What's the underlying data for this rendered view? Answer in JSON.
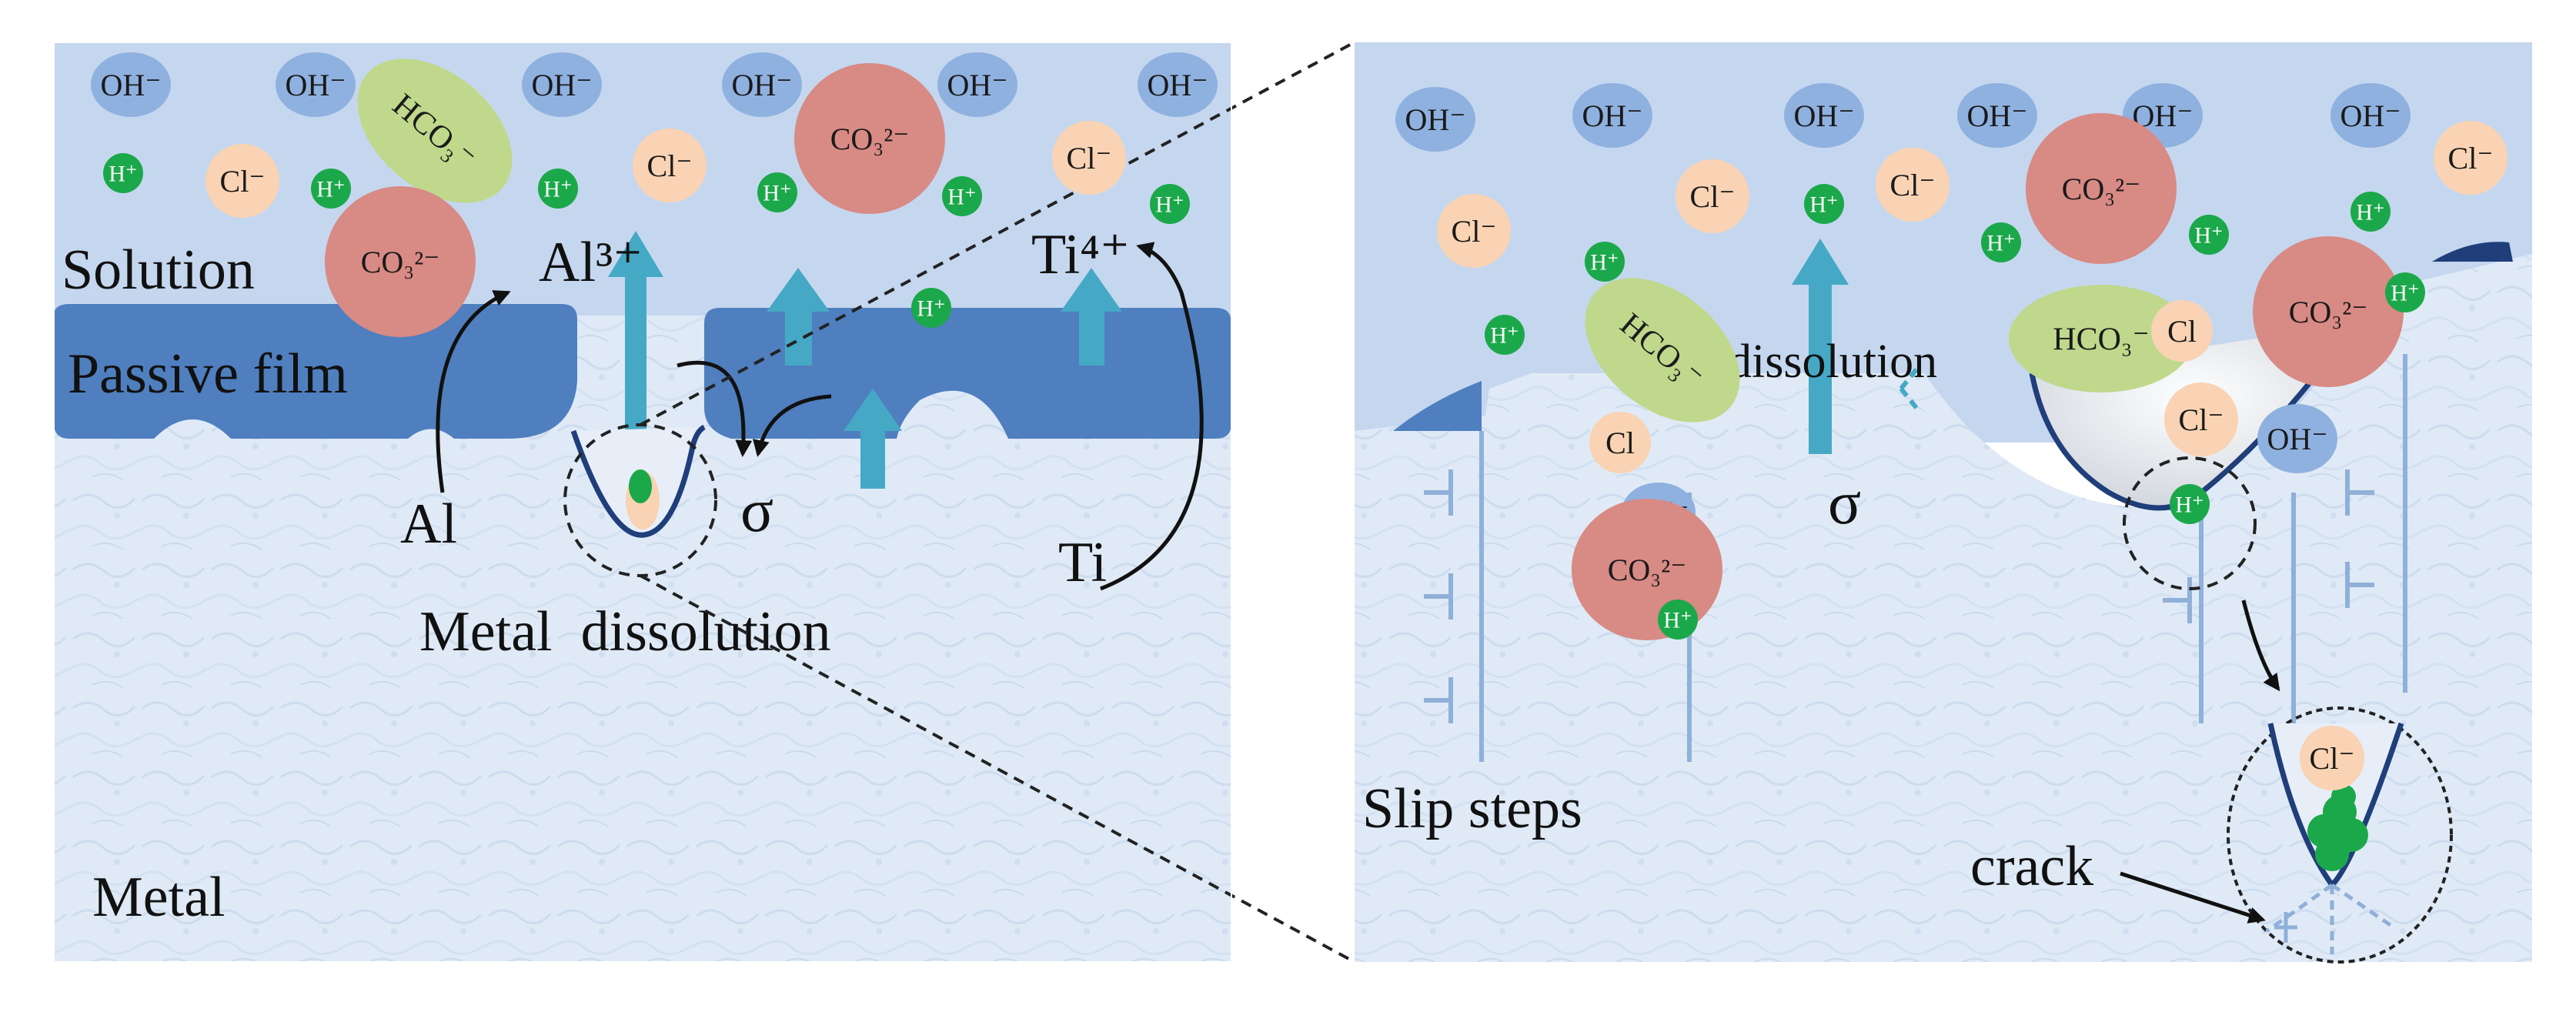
{
  "colors": {
    "solution": "#c5d7ef",
    "metal": "#dfeaf6",
    "passive_film": "#4f7fbf",
    "oh_ion": "#8fb1e0",
    "cl_ion": "#f9d3b3",
    "h_ion": "#1ba84a",
    "co3_ion": "#d88a84",
    "hco3_ion": "#bfd88c",
    "arrow": "#45a9c6",
    "crack_line": "#1f3e7a",
    "dislocation": "#8fb0d8"
  },
  "ions": {
    "oh": "OH⁻",
    "cl": "Cl⁻",
    "cl_plain": "Cl",
    "h": "H⁺",
    "co3": "CO₃²⁻",
    "hco3": "HCO₃⁻"
  },
  "left_panel": {
    "solution_label": "Solution",
    "passive_film_label": "Passive film",
    "metal_label": "Metal",
    "al_ion_label": "Al³⁺",
    "ti_ion_label": "Ti⁴⁺",
    "al_label": "Al",
    "ti_label": "Ti",
    "sigma_label": "σ",
    "metal_dissolution_label": "Metal  dissolution"
  },
  "right_panel": {
    "dissolution_label": "dissolution",
    "sigma_label": "σ",
    "slip_steps_label": "Slip steps",
    "crack_label": "crack"
  }
}
